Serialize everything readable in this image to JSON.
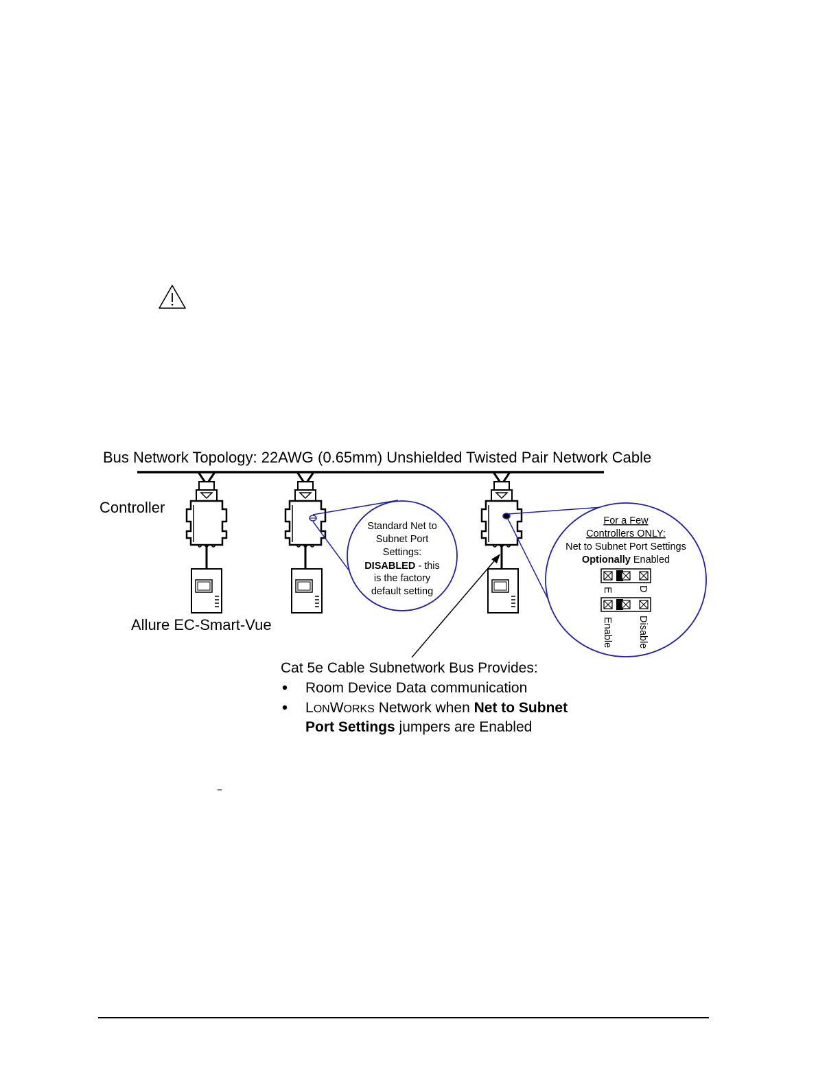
{
  "warning_icon": "warning-triangle-icon",
  "topology_title": "Bus Network Topology: 22AWG (0.65mm) Unshielded Twisted Pair Network Cable",
  "controller_label": "Controller",
  "smartvue_label": "Allure EC-Smart-Vue",
  "callout_standard": {
    "line1": "Standard Net to",
    "line2": "Subnet Port",
    "line3": "Settings:",
    "line4_bold": "DISABLED",
    "line4_rest": " - this",
    "line5": "is the factory",
    "line6": "default setting"
  },
  "callout_optional": {
    "line1": "For a Few",
    "line2": "Controllers ONLY:",
    "line3": "Net to Subnet Port Settings",
    "line4_bold": "Optionally",
    "line4_rest": " Enabled",
    "jumper_e": "E",
    "jumper_d": "D",
    "enable_label": "Enable",
    "disable_label": "Disable"
  },
  "cat5e": {
    "heading": "Cat 5e Cable Subnetwork Bus Provides:",
    "bullet1": "Room Device Data communication",
    "bullet2_lon_L": "L",
    "bullet2_lon_ON": "ON",
    "bullet2_lon_W": "W",
    "bullet2_lon_ORKS": "ORKS",
    "bullet2_mid": " Network when ",
    "bullet2_bold1": "Net to Subnet",
    "bullet2_bold2": "Port Settings",
    "bullet2_end": " jumpers are Enabled"
  },
  "colors": {
    "callout_blue": "#1f1fa8",
    "line": "#000000"
  }
}
